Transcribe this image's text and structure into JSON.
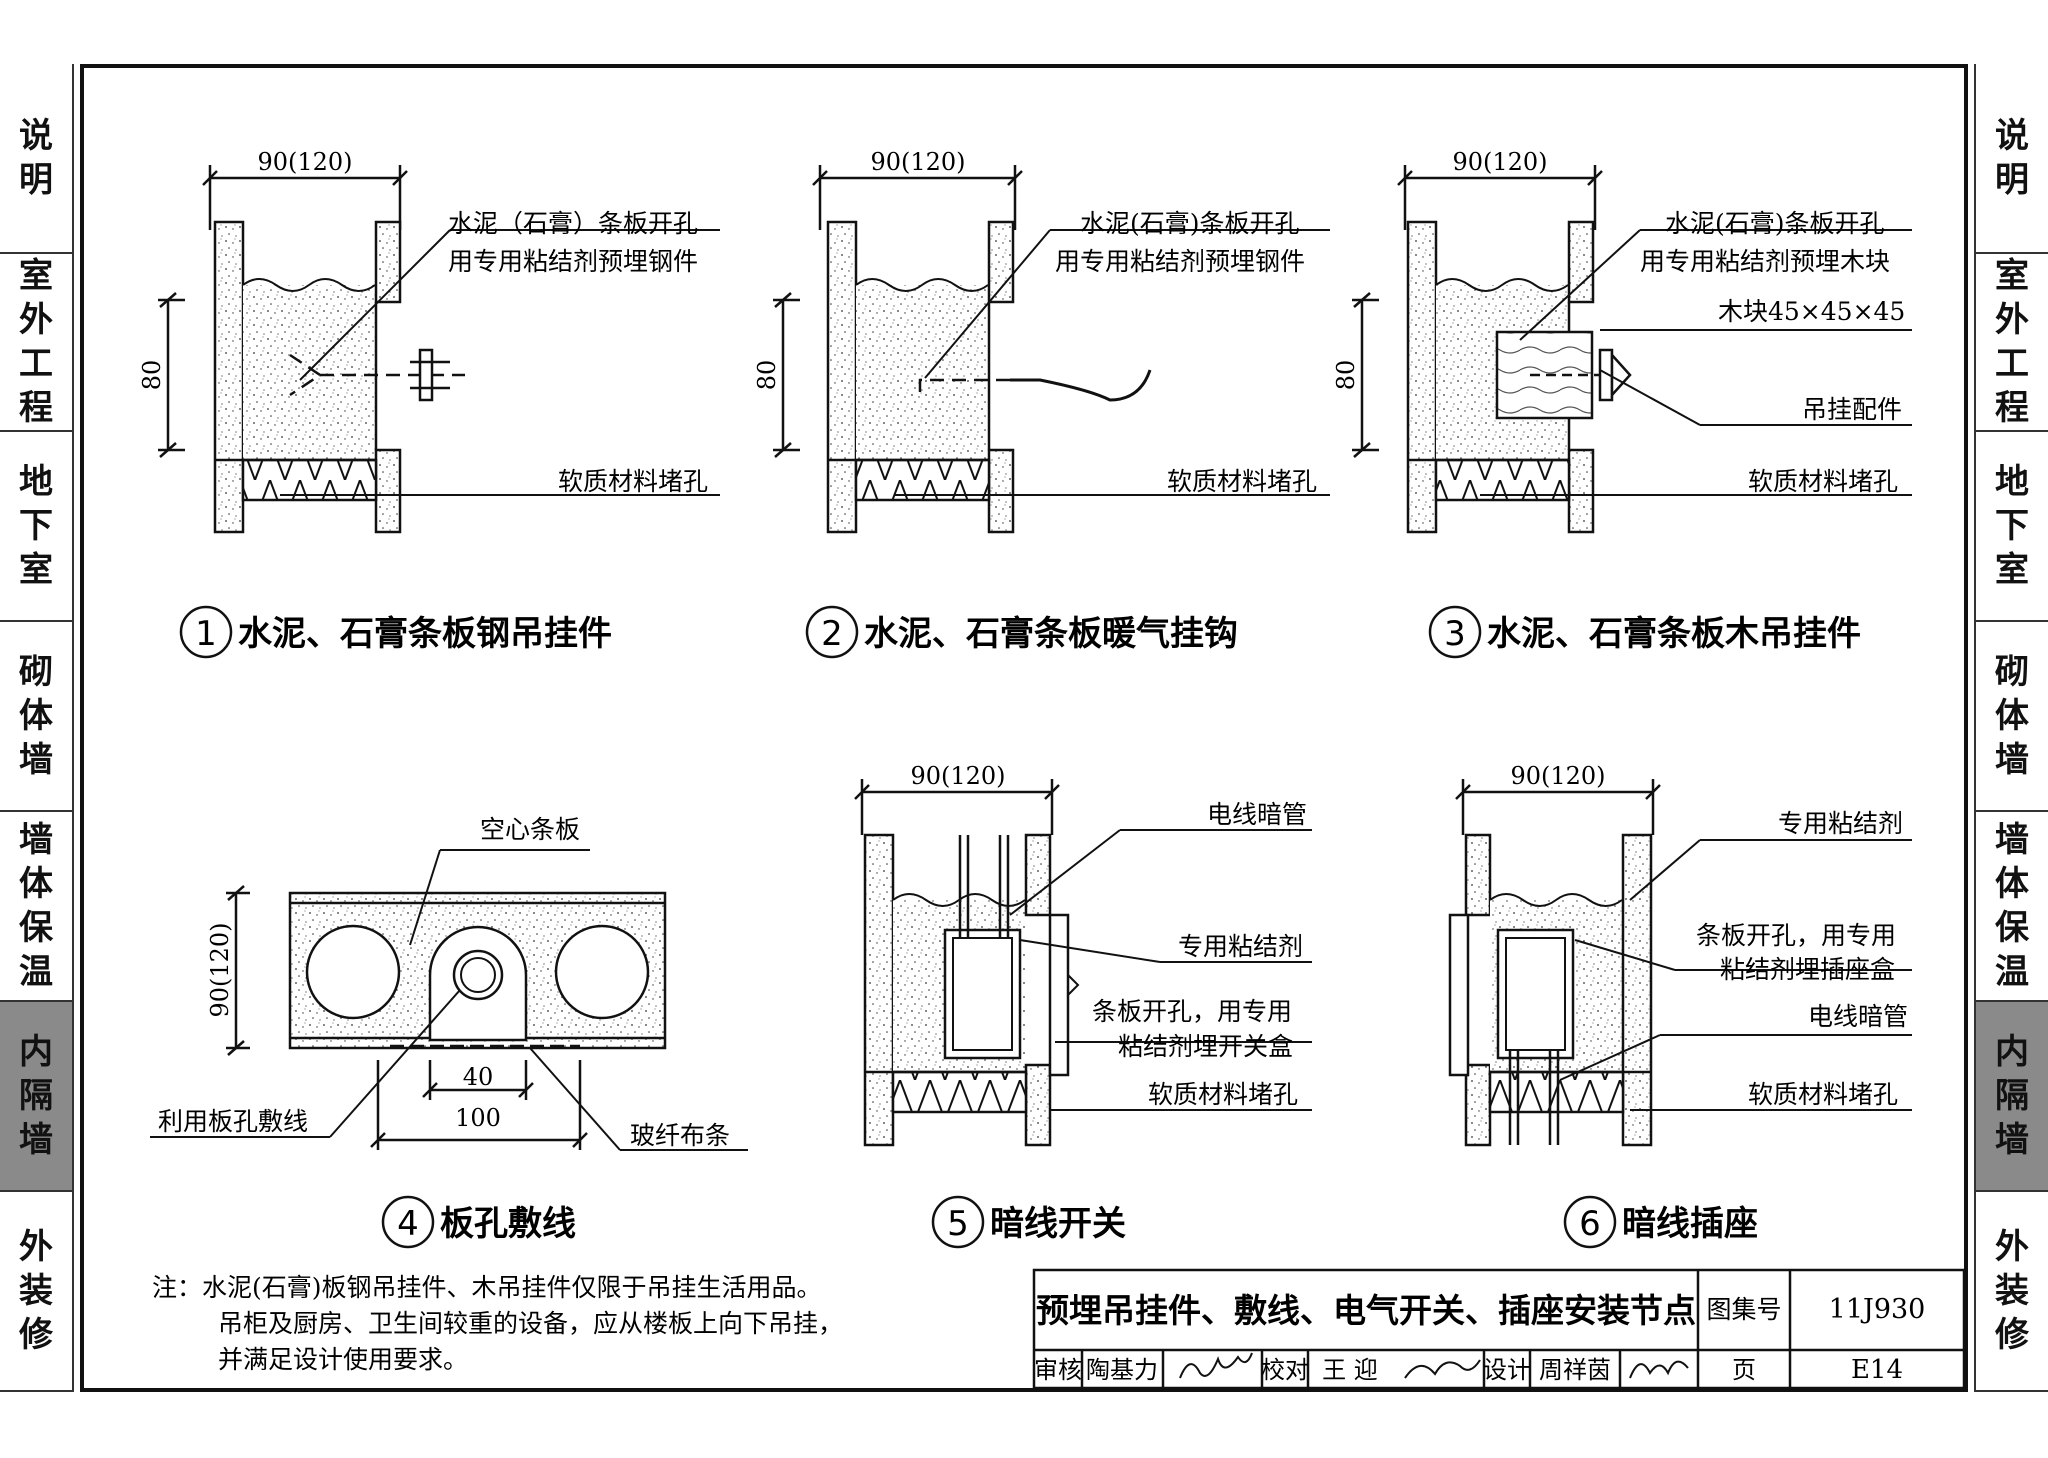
{
  "side_tabs": [
    {
      "label": "说明",
      "active": false
    },
    {
      "label": "室外工程",
      "active": false
    },
    {
      "label": "地下室",
      "active": false
    },
    {
      "label": "砌体墙",
      "active": false
    },
    {
      "label": "墙体保温",
      "active": false
    },
    {
      "label": "内隔墙",
      "active": true
    },
    {
      "label": "外装修",
      "active": false
    }
  ],
  "details": {
    "d1": {
      "num": "1",
      "caption": "水泥、石膏条板钢吊挂件",
      "width": "90(120)",
      "height": "80",
      "label1": "水泥（石膏）条板开孔",
      "label2": "用专用粘结剂预埋钢件",
      "label3": "软质材料堵孔"
    },
    "d2": {
      "num": "2",
      "caption": "水泥、石膏条板暖气挂钩",
      "width": "90(120)",
      "height": "80",
      "label1": "水泥(石膏)条板开孔",
      "label2": "用专用粘结剂预埋钢件",
      "label3": "软质材料堵孔"
    },
    "d3": {
      "num": "3",
      "caption": "水泥、石膏条板木吊挂件",
      "width": "90(120)",
      "height": "80",
      "label1": "水泥(石膏)条板开孔",
      "label2": "用专用粘结剂预埋木块",
      "label3": "木块45×45×45",
      "label4": "吊挂配件",
      "label5": "软质材料堵孔"
    },
    "d4": {
      "num": "4",
      "caption": "板孔敷线",
      "height": "90(120)",
      "dim1": "40",
      "dim2": "100",
      "label1": "空心条板",
      "label2": "利用板孔敷线",
      "label3": "玻纤布条"
    },
    "d5": {
      "num": "5",
      "caption": "暗线开关",
      "width": "90(120)",
      "label1": "电线暗管",
      "label2": "专用粘结剂",
      "label3": "条板开孔，用专用",
      "label4": "粘结剂埋开关盒",
      "label5": "软质材料堵孔"
    },
    "d6": {
      "num": "6",
      "caption": "暗线插座",
      "width": "90(120)",
      "label1": "专用粘结剂",
      "label2": "条板开孔，用专用",
      "label3": "粘结剂埋插座盒",
      "label4": "电线暗管",
      "label5": "软质材料堵孔"
    }
  },
  "note": {
    "line1": "注：水泥(石膏)板钢吊挂件、木吊挂件仅限于吊挂生活用品。",
    "line2": "吊柜及厨房、卫生间较重的设备，应从楼板上向下吊挂，",
    "line3": "并满足设计使用要求。"
  },
  "title_block": {
    "title": "预埋吊挂件、敷线、电气开关、插座安装节点",
    "atlas_label": "图集号",
    "atlas_no": "11J930",
    "review_label": "审核",
    "review_name": "陶基力",
    "check_label": "校对",
    "check_name": "王 迎",
    "design_label": "设计",
    "design_name": "周祥茵",
    "page_label": "页",
    "page_no": "E14"
  }
}
